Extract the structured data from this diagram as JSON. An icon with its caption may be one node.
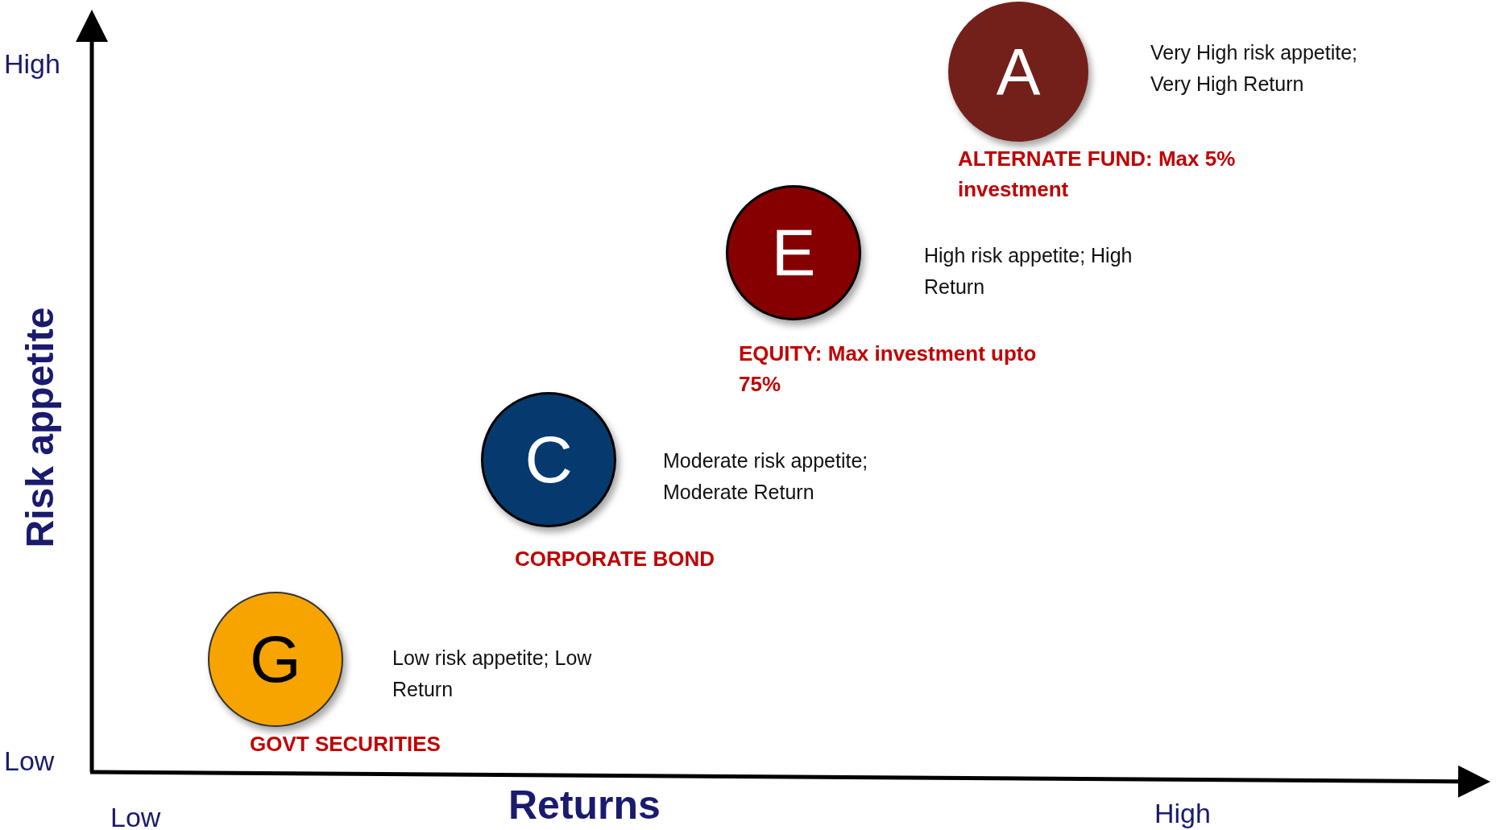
{
  "diagram": {
    "nodes": [
      {
        "text": [
          "A"
        ],
        "beside": [
          "Very High risk appetite; Very High Return",
          "ALTERNATE FUND: Max 5% investment"
        ]
      },
      {
        "text": [
          "E"
        ],
        "beside": [
          "High risk appetite; High Return",
          "EQUITY: Max investment upto 75%"
        ]
      },
      {
        "text": [
          "C"
        ],
        "beside": [
          "Moderate risk appetite; Moderate Return",
          "CORPORATE BOND"
        ]
      },
      {
        "text": [
          "G"
        ],
        "beside": [
          "Low risk appetite; Low Return",
          "GOVT SECURITIES"
        ]
      }
    ],
    "edges": [],
    "labels": [
      "High",
      "Risk appetite",
      "Low",
      "Low",
      "Returns",
      "High"
    ]
  }
}
